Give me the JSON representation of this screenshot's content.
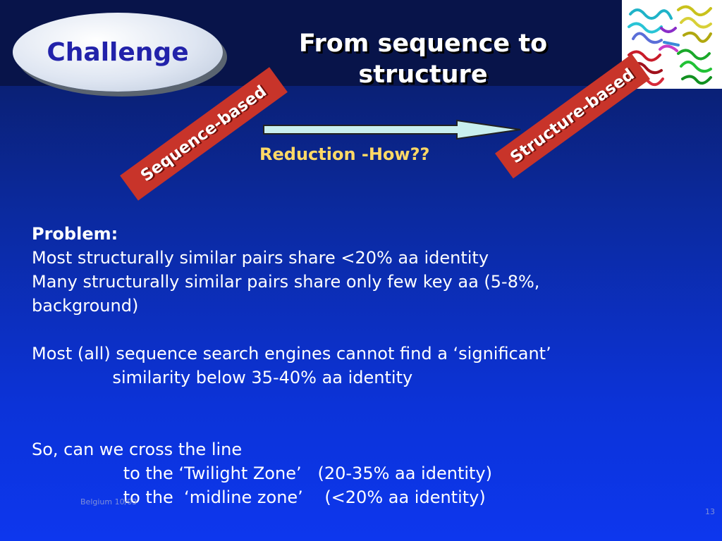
{
  "slide": {
    "challenge_label": "Challenge",
    "title_line1": "From sequence to",
    "title_line2": "structure",
    "ribbon_left": "Sequence-based",
    "ribbon_right": "Structure-based",
    "arrow_label": "Reduction -How??",
    "lines": [
      "Problem:",
      "Most structurally similar pairs share <20% aa identity",
      "Many structurally similar pairs share only few key aa (5-8%,",
      "background)",
      "Most (all) sequence search engines cannot find a ‘significant’",
      "               similarity below 35-40% aa identity",
      "So, can we cross the line",
      "                 to the ‘Twilight Zone’   (20-35% aa identity)",
      "                 to the  ‘midline zone’    (<20% aa identity)"
    ],
    "footer_left": "Belgium 10/03",
    "page_number": "13"
  },
  "colors": {
    "background": "#0c33d8",
    "ribbon": "#c8342a",
    "accent_text": "#ffd966",
    "challenge_text": "#2222aa"
  },
  "icons": [
    "protein-structure-image",
    "right-arrow"
  ]
}
